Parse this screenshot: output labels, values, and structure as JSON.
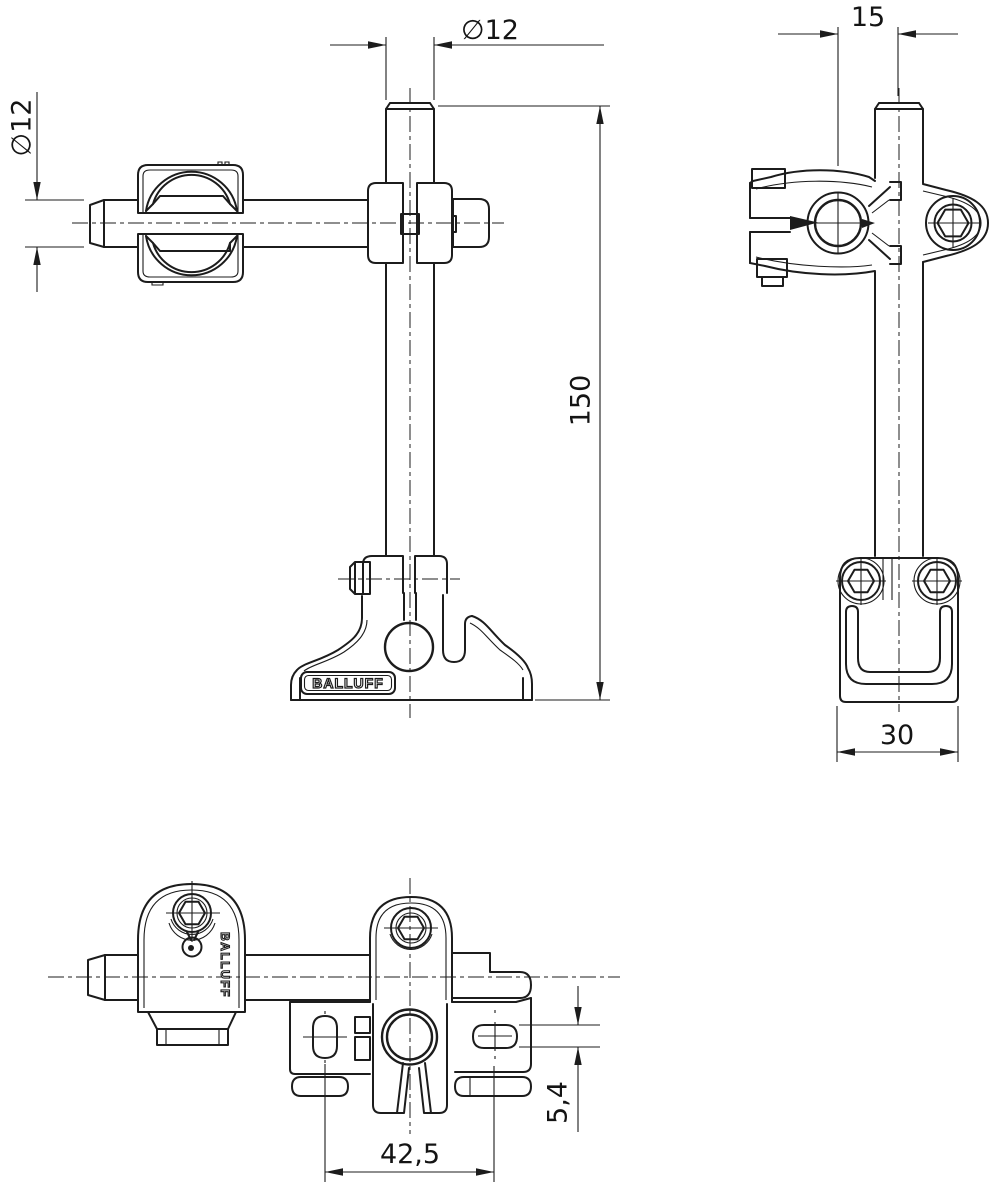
{
  "brand": {
    "front_logo": "BALLUFF",
    "top_logo": "BALLUFF"
  },
  "dimensions": {
    "front_rod_diameter_left": "∅12",
    "front_rod_diameter_top": "∅12",
    "front_height": "150",
    "side_axis_offset": "15",
    "side_base_width": "30",
    "bottom_slot_spacing": "42,5",
    "bottom_slot_width": "5,4"
  }
}
